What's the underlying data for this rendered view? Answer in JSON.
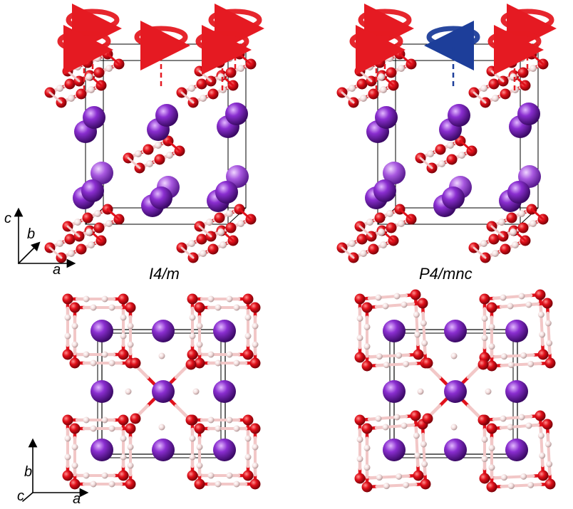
{
  "panels": [
    {
      "title": "I4/m",
      "view": "perspective",
      "rotation_sense": [
        "co-rotating",
        "co-rotating",
        "co-rotating",
        "co-rotating",
        "co-rotating"
      ]
    },
    {
      "title": "P4/mnc",
      "view": "perspective",
      "rotation_sense": [
        "co-rotating",
        "co-rotating",
        "counter-rotating",
        "co-rotating",
        "co-rotating"
      ]
    },
    {
      "title": "",
      "view": "top-down-c"
    },
    {
      "title": "",
      "view": "top-down-c"
    }
  ],
  "axes_top": {
    "c": "c",
    "b": "b",
    "a": "a"
  },
  "axes_bottom": {
    "b": "b",
    "c": "c",
    "a": "a"
  },
  "colors": {
    "oxygen": "#e0101a",
    "bond_light": "#f2c7c7",
    "small_atom": "#f3dede",
    "potassium": "#8a2ed0",
    "arrow_co": "#e51a22",
    "arrow_counter": "#1d3e9a",
    "cell": "#000000"
  }
}
